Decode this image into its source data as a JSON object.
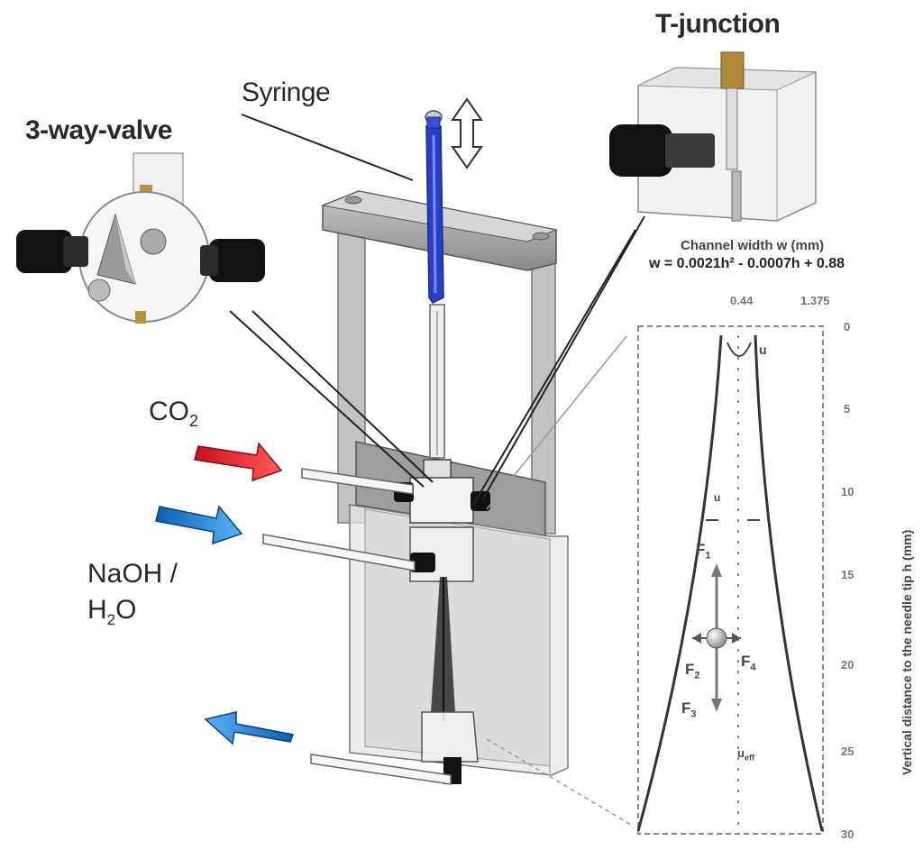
{
  "labels": {
    "syringe": "Syringe",
    "t_junction": "T-junction",
    "three_way_valve": "3-way-valve",
    "co2_main": "CO",
    "co2_sub": "2",
    "naoh_line1": "NaOH /",
    "h2o_h": "H",
    "h2o_sub": "2",
    "h2o_o": "O"
  },
  "channel_panel": {
    "title": "Channel width w (mm)",
    "equation": "w = 0.0021h² - 0.0007h + 0.88",
    "top_ticks": [
      "0.44",
      "1.375"
    ],
    "side_ticks": [
      "0",
      "5",
      "10",
      "15",
      "20",
      "25",
      "30"
    ],
    "y_axis_label": "Vertical distance to the needle tip h (mm)",
    "annotations": {
      "u_top": "u",
      "u_mid": "u",
      "f1": "F",
      "f1_sub": "1",
      "f2": "F",
      "f2_sub": "2",
      "f3": "F",
      "f3_sub": "3",
      "f4": "F",
      "f4_sub": "4",
      "u_bottom": "u",
      "u_bottom_sub": "eff"
    }
  },
  "colors": {
    "co2_arrow": "#e8252b",
    "naoh_arrow": "#1f82d6",
    "outlet_arrow": "#1f82d6",
    "syringe": "#2a3fc9",
    "frame": "#a8a8a8",
    "tank": "#d8d8d8"
  },
  "icons": {
    "direction": "double-headed-vertical-arrow"
  }
}
